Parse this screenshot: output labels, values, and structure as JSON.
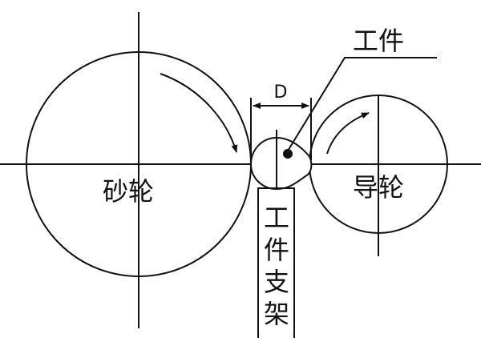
{
  "labels": {
    "grinding_wheel": "砂轮",
    "guide_wheel": "导轮",
    "workpiece": "工件",
    "workpiece_support": [
      "工",
      "件",
      "支",
      "架"
    ],
    "dimension": "D"
  }
}
